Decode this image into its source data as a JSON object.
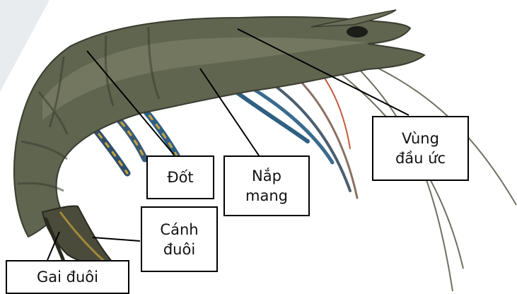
{
  "diagram": {
    "labels": {
      "vung_dau_uc": "Vùng\nđầu ức",
      "dot": "Đốt",
      "nap_mang": "Nắp\nmang",
      "canh_duoi": "Cánh\nđuôi",
      "gai_duoi": "Gai đuôi"
    }
  },
  "colors": {
    "background": "#ffffff",
    "shrimp_body": "#5f654f",
    "shrimp_dark": "#3a3d30",
    "shrimp_highlight": "#8a8c72",
    "legs_blue": "#2f5f82",
    "legs_yellow": "#c9a43a",
    "antenna": "#6f6f62",
    "leader_line": "#000000",
    "box_border": "#000000"
  }
}
